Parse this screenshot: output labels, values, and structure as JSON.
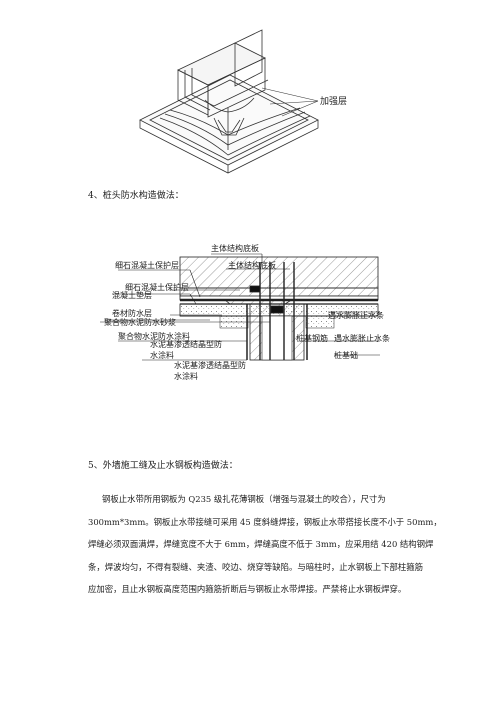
{
  "figure1": {
    "callout": "加强层"
  },
  "section4": {
    "heading": "4、桩头防水构造做法："
  },
  "figure2": {
    "labels": {
      "main_wall": "主体结构底板",
      "main_floor": "主体结构底板",
      "fine_protect": "细石混凝土保护层",
      "fine_concrete": "细石混凝土保护层",
      "concrete": "混凝土垫层",
      "membrane": "卷材防水层",
      "mortar": "聚合物水泥防水砂浆",
      "coat1": "聚合物水泥防水涂料",
      "coat2": "水泥基渗透结晶型防",
      "coat2b": "水涂料",
      "coat3": "水泥基渗透结晶型防",
      "coat3b": "水涂料",
      "swell": "遇水膨胀止水条",
      "pile_reinf": "桩基钢筋",
      "swell2": "遇水膨胀止水条",
      "pile": "桩基础"
    }
  },
  "section5": {
    "heading": "5、外墙施工缝及止水钢板构造做法：",
    "lines": [
      "钢板止水带所用钢板为 Q235 级扎花薄钢板（增强与混凝土的咬合），尺寸为",
      "300mm*3mm。钢板止水带接缝可采用 45 度斜缝焊接，钢板止水带搭接长度不小于 50mm，",
      "焊缝必须双面满焊，焊缝宽度不大于 6mm，焊缝高度不低于 3mm，应采用结 420 结构钢焊",
      "条，焊波均匀，不得有裂缝、夹渣、咬边、烧穿等缺陷。与暗柱时，止水钢板上下部柱箍筋",
      "应加密，且止水钢板高度范围内箍筋折断后与钢板止水带焊接。严禁将止水钢板焊穿。"
    ]
  }
}
